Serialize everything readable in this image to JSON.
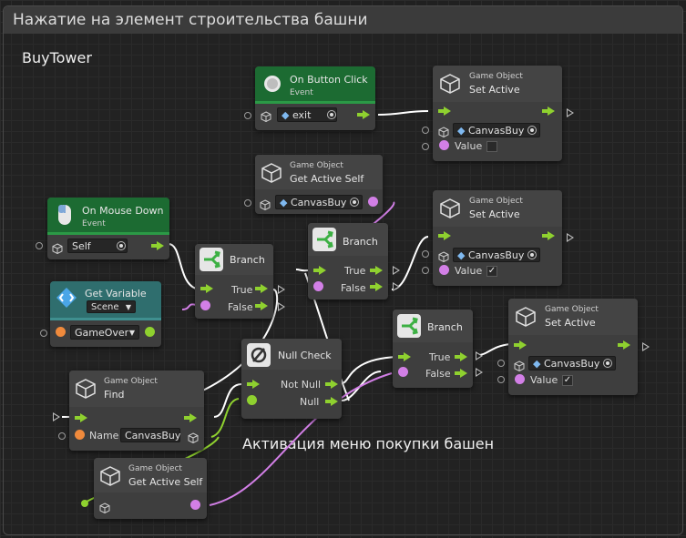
{
  "group": {
    "title": "Нажатие на элемент строительства башни"
  },
  "labels": {
    "buy_tower": "BuyTower",
    "caption": "Активация меню покупки башен"
  },
  "nodes": {
    "on_button_click": {
      "title": "On Button Click",
      "sub": "Event",
      "target": "exit"
    },
    "set_active_1": {
      "category": "Game Object",
      "title": "Set Active",
      "target": "CanvasBuy",
      "value_label": "Value",
      "checked": ""
    },
    "get_active_self_top": {
      "category": "Game Object",
      "title": "Get Active Self",
      "target": "CanvasBuy"
    },
    "on_mouse_down": {
      "title": "On Mouse Down",
      "sub": "Event",
      "target": "Self"
    },
    "set_active_2": {
      "category": "Game Object",
      "title": "Set Active",
      "target": "CanvasBuy",
      "value_label": "Value",
      "checked": "✓"
    },
    "branch_1": {
      "title": "Branch",
      "true_label": "True",
      "false_label": "False"
    },
    "branch_2": {
      "title": "Branch",
      "true_label": "True",
      "false_label": "False"
    },
    "branch_3": {
      "title": "Branch",
      "true_label": "True",
      "false_label": "False"
    },
    "get_variable": {
      "title": "Get Variable",
      "scope": "Scene",
      "var": "GameOver"
    },
    "null_check": {
      "title": "Null Check",
      "not_null_label": "Not Null",
      "null_label": "Null"
    },
    "set_active_3": {
      "category": "Game Object",
      "title": "Set Active",
      "target": "CanvasBuy",
      "value_label": "Value",
      "checked": "✓"
    },
    "find": {
      "category": "Game Object",
      "title": "Find",
      "name_label": "Name",
      "name_value": "CanvasBuy"
    },
    "get_active_self_bottom": {
      "category": "Game Object",
      "title": "Get Active Self"
    }
  },
  "colors": {
    "flow": "#8fd12f",
    "boolean": "#d27fe6",
    "object": "#f08a3c",
    "event_header": "#1c6b32"
  }
}
